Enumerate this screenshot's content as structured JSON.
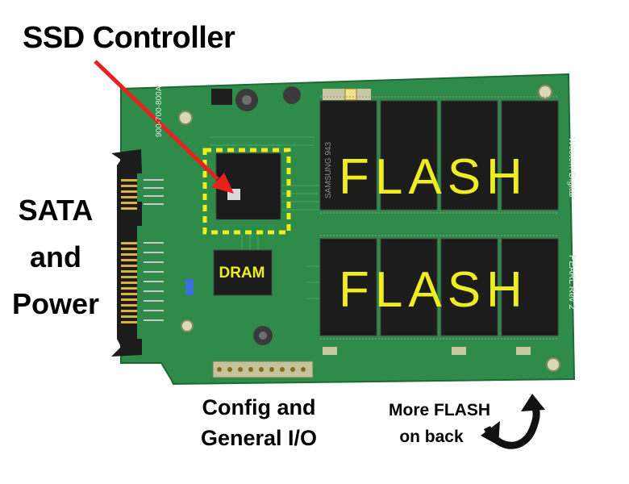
{
  "labels": {
    "title": "SSD Controller",
    "sata": [
      "SATA",
      "and",
      "Power"
    ],
    "flash_top": "FLASH",
    "flash_bottom": "FLASH",
    "dram": "DRAM",
    "config": [
      "Config and",
      "General I/O"
    ],
    "more_flash": [
      "More FLASH",
      "on back"
    ]
  },
  "board_silkscreen": {
    "part_number": "900-700-800A",
    "brand": "Western Digital",
    "model": "PEARL Rev 2",
    "chip_marking": "SAMSUNG 943"
  },
  "colors": {
    "pcb": "#2e8b4a",
    "annotation": "#f0ec22",
    "arrow_red": "#e82020",
    "text": "#000000"
  },
  "icons": {
    "pointer": "red-arrow-icon",
    "flip": "curved-arrow-icon"
  }
}
